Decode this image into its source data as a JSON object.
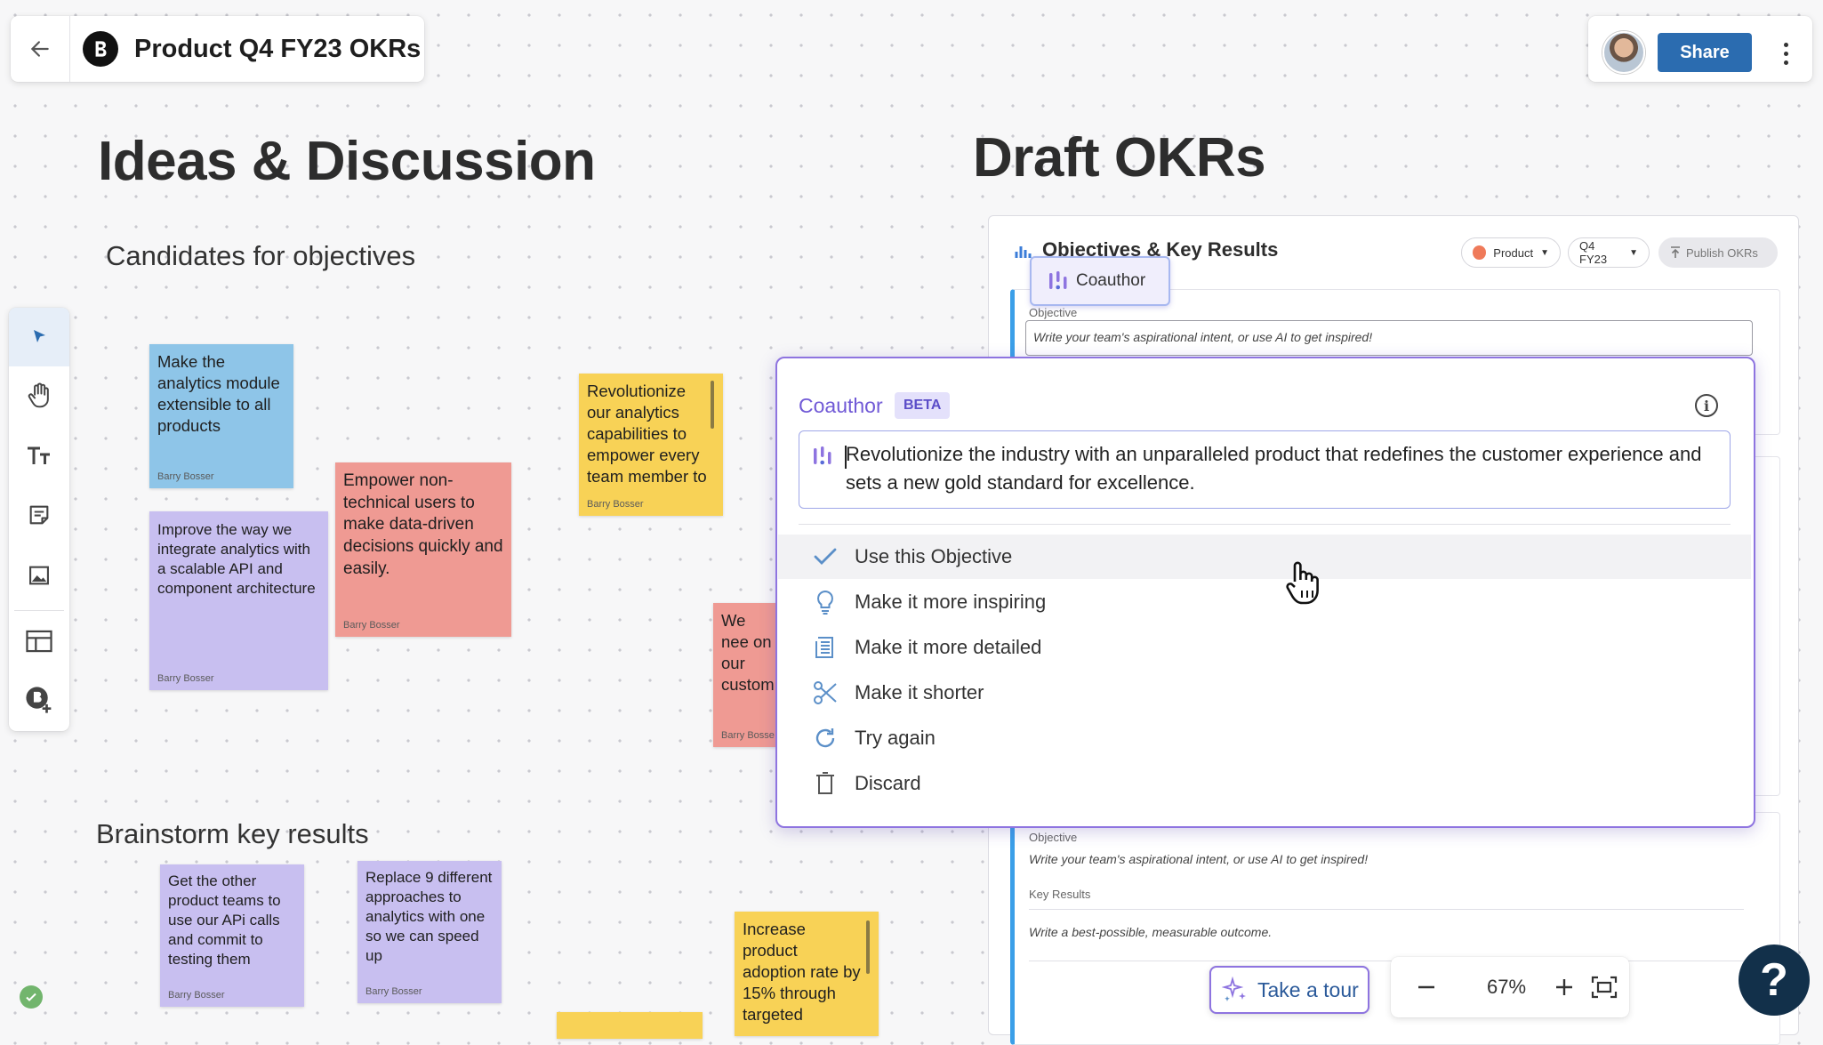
{
  "header": {
    "title": "Product Q4 FY23 OKRs",
    "share_label": "Share",
    "colors": {
      "share_bg": "#2b6cb0"
    }
  },
  "canvas": {
    "ideas_heading": "Ideas & Discussion",
    "draft_heading": "Draft OKRs",
    "candidates_heading": "Candidates for objectives",
    "brainstorm_heading": "Brainstorm key results"
  },
  "toolbar": {
    "tools": [
      {
        "icon": "cursor-arrow-icon",
        "selected": true
      },
      {
        "icon": "hand-icon"
      },
      {
        "icon": "text-icon"
      },
      {
        "icon": "sticky-note-icon"
      },
      {
        "icon": "image-icon"
      },
      {
        "icon": "template-icon"
      },
      {
        "icon": "add-okr-icon"
      }
    ]
  },
  "stickies": {
    "s1": {
      "text": "Make the analytics module extensible to all products",
      "author": "Barry Bosser",
      "color": "#8ec5e8"
    },
    "s2": {
      "text": "Improve the way we integrate analytics with a scalable API and component architecture",
      "author": "Barry Bosser",
      "color": "#c8bff0"
    },
    "s3": {
      "text": "Empower non-technical users to make data-driven decisions quickly and easily.",
      "author": "Barry Bosser",
      "color": "#ef9a93"
    },
    "s4": {
      "text": "Revolutionize our analytics capabilities to empower every team member to",
      "author": "Barry Bosser",
      "color": "#f8d256"
    },
    "s5": {
      "text": "We nee on our custom",
      "author": "Barry Bosse",
      "color": "#ef9a93"
    },
    "s6": {
      "text": "Get the other product teams to use our APi calls and commit to testing them",
      "author": "Barry Bosser",
      "color": "#c8bff0"
    },
    "s7": {
      "text": "Replace 9 different approaches to analytics with one so we can speed up",
      "author": "Barry Bosser",
      "color": "#c8bff0"
    },
    "s8": {
      "text": "Increase product adoption rate by 15% through targeted",
      "author": "",
      "color": "#f8d256"
    }
  },
  "okr_panel": {
    "title": "Objectives & Key Results",
    "filter_product": "Product",
    "filter_period": "Q4 FY23",
    "publish_label": "Publish OKRs",
    "coauthor_tag": "Coauthor",
    "card1": {
      "objective_label": "Objective",
      "objective_placeholder": "Write your team's aspirational intent, or use AI to get inspired!"
    },
    "card2": {
      "objective_label": "Objective",
      "objective_placeholder": "Write your team's aspirational intent, or use AI to get inspired!",
      "kr_label": "Key Results",
      "kr_placeholder": "Write a best-possible, measurable outcome."
    }
  },
  "coauthor_popup": {
    "title": "Coauthor",
    "badge": "BETA",
    "suggestion": "Revolutionize the industry with an unparalleled product that redefines the customer experience and sets a new gold standard for excellence.",
    "options": [
      {
        "label": "Use this Objective",
        "icon": "check-icon",
        "highlighted": true
      },
      {
        "label": "Make it more inspiring",
        "icon": "lightbulb-icon"
      },
      {
        "label": "Make it more detailed",
        "icon": "document-lines-icon"
      },
      {
        "label": "Make it shorter",
        "icon": "scissors-icon"
      },
      {
        "label": "Try again",
        "icon": "refresh-icon"
      },
      {
        "label": "Discard",
        "icon": "trash-icon"
      }
    ],
    "colors": {
      "accent": "#8e74e0"
    }
  },
  "bottom": {
    "tour_label": "Take a tour",
    "zoom_value": "67%",
    "help_label": "?"
  }
}
